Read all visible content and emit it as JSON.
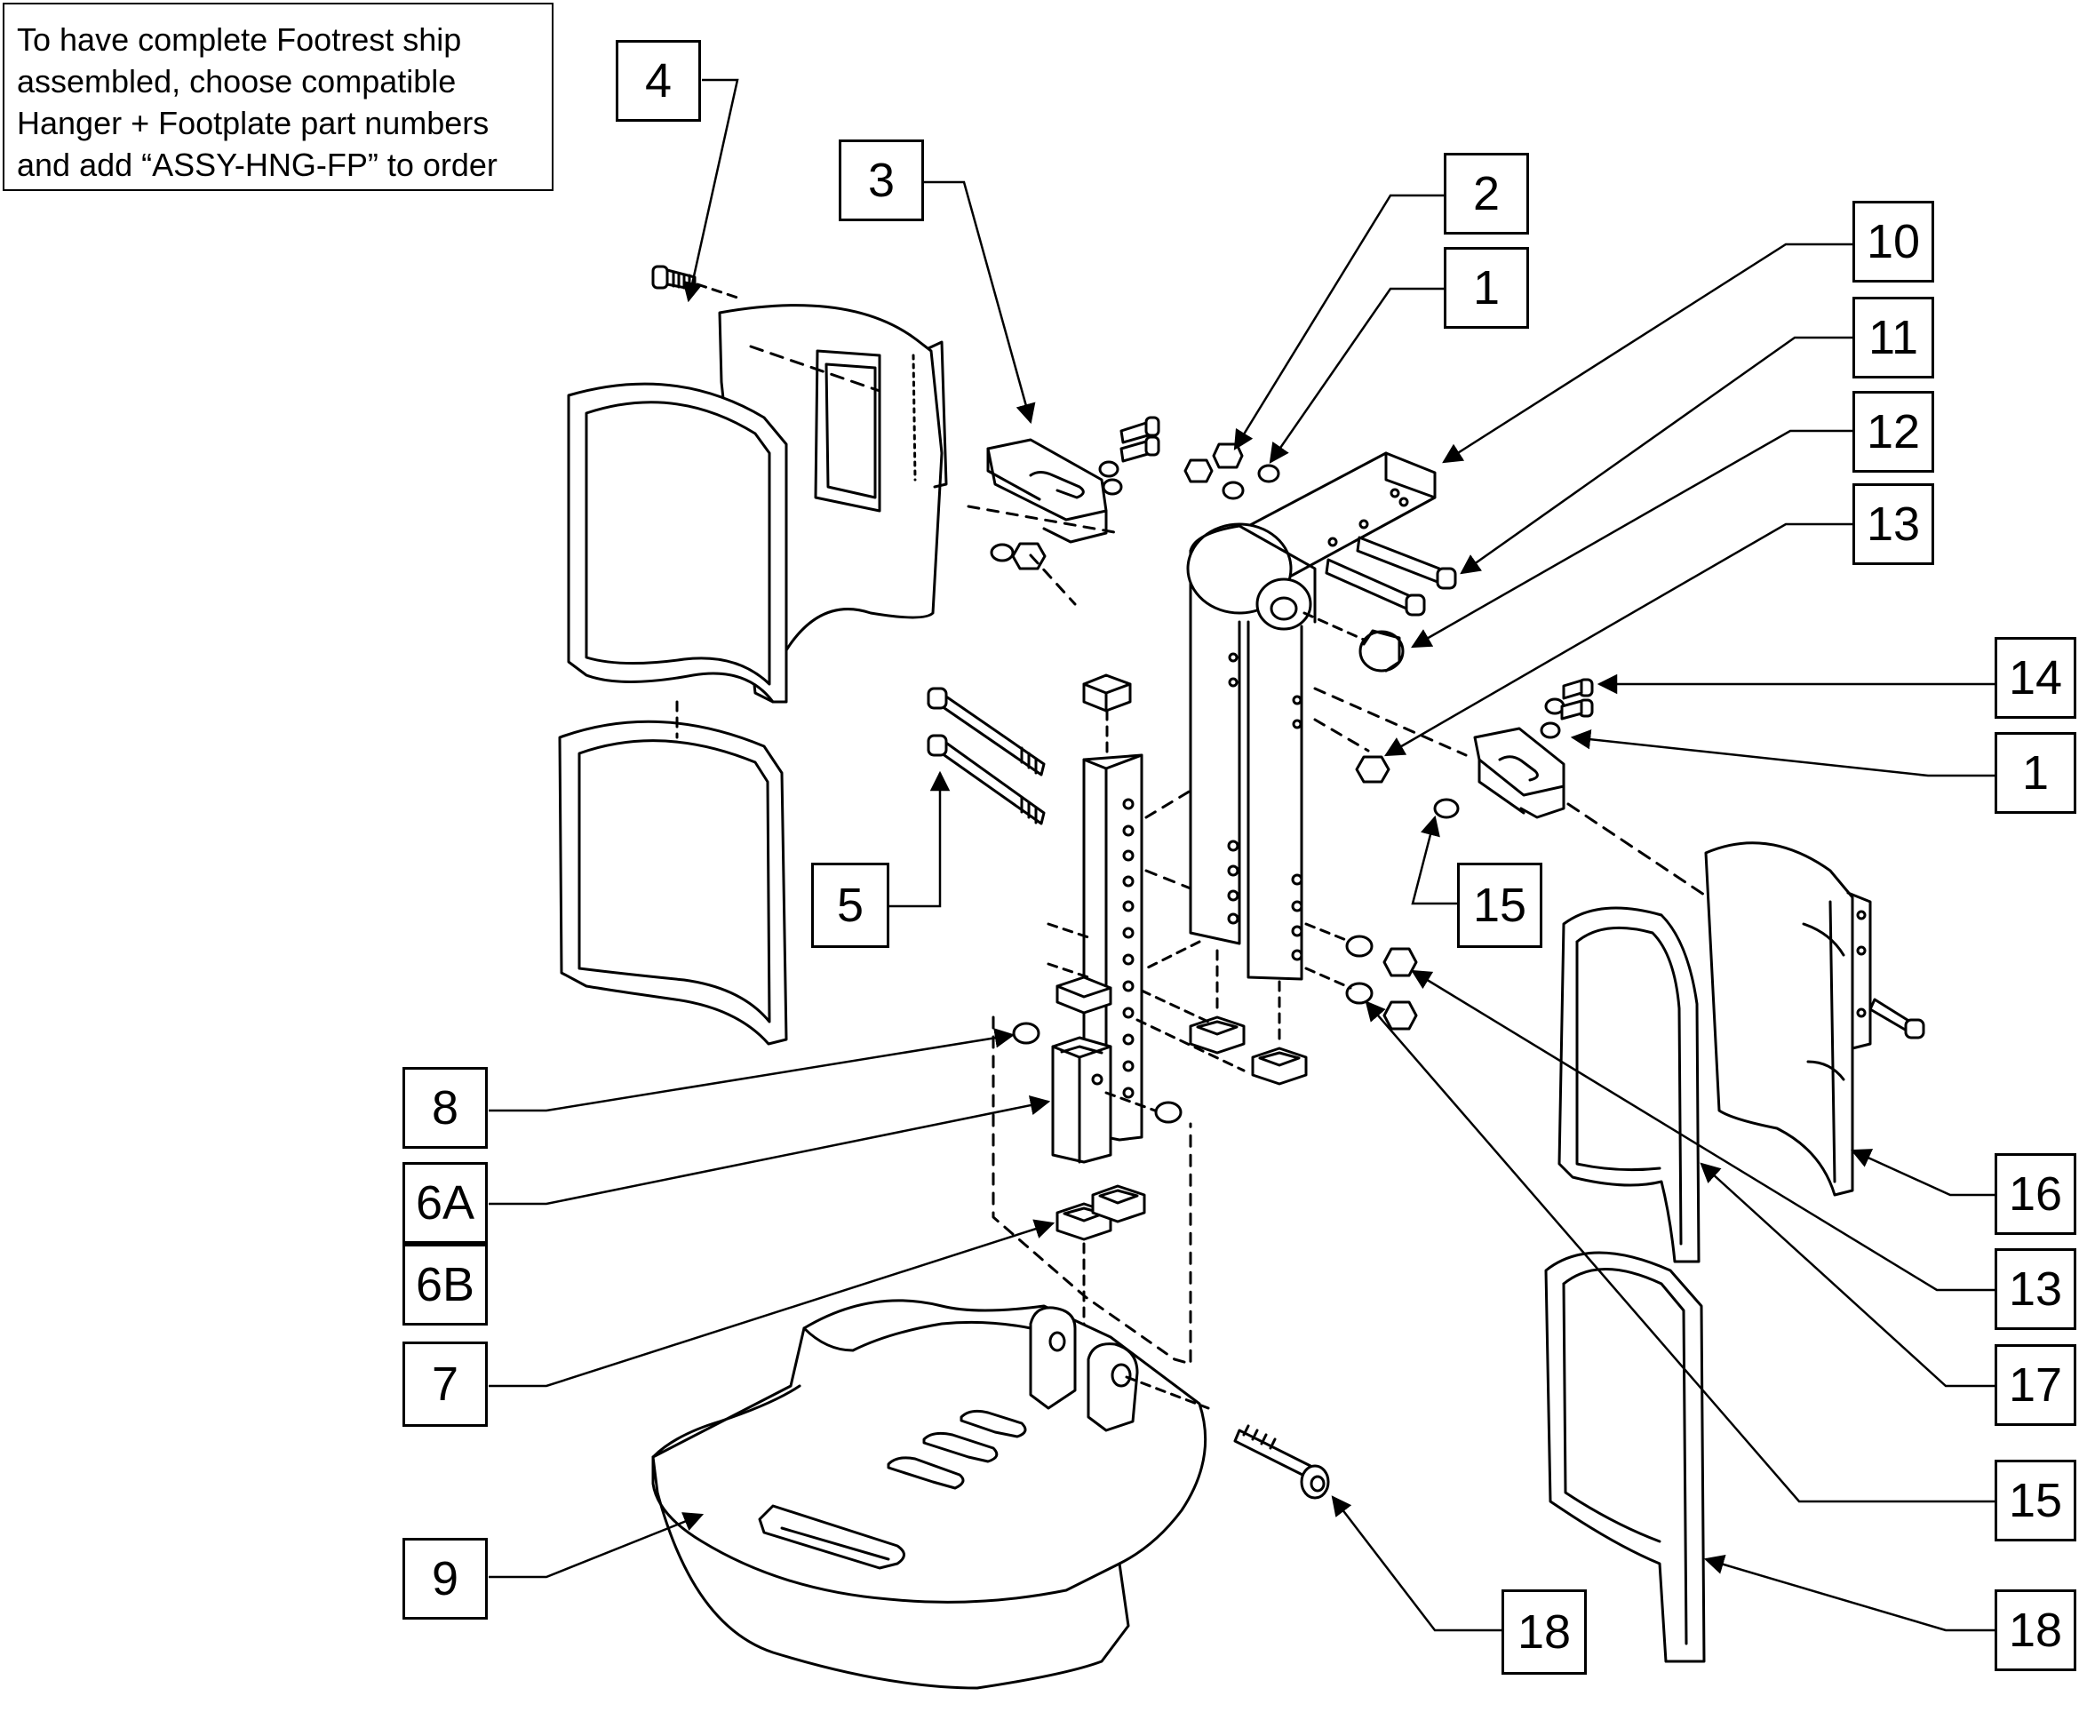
{
  "note": {
    "lines": [
      "To have complete Footrest ship",
      "assembled, choose compatible",
      "Hanger + Footplate part numbers",
      "and add “ASSY-HNG-FP” to order"
    ]
  },
  "callouts": {
    "c4": "4",
    "c3": "3",
    "c2": "2",
    "c1_top": "1",
    "c10": "10",
    "c11": "11",
    "c12": "12",
    "c13_top": "13",
    "c14": "14",
    "c1_right": "1",
    "c15_mid": "15",
    "c5": "5",
    "c8": "8",
    "c6a": "6A",
    "c6b": "6B",
    "c7": "7",
    "c9": "9",
    "c16": "16",
    "c13_right": "13",
    "c17": "17",
    "c15_right": "15",
    "c18_right": "18",
    "c18_bottom": "18"
  }
}
